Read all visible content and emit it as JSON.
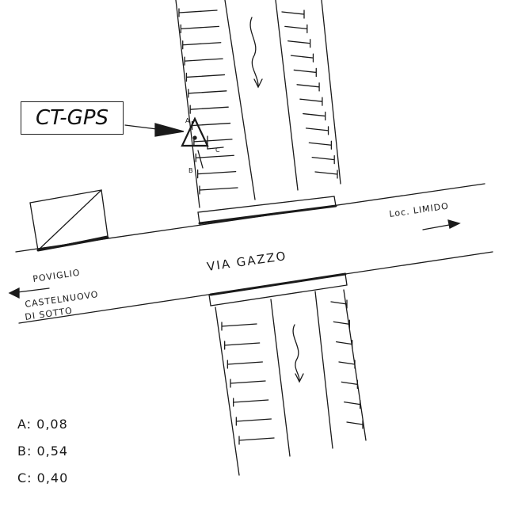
{
  "tag_label": "CT-GPS",
  "road_name": "VIA GAZZO",
  "dest_right": "Loc. LIMIDO",
  "dest_left_1": "POVIGLIO",
  "dest_left_2": "CASTELNUOVO",
  "dest_left_3": "DI SOTTO",
  "point_a": "A",
  "point_b": "B",
  "point_c": "C",
  "legend": [
    {
      "text": "A: 0,08"
    },
    {
      "text": "B: 0,54"
    },
    {
      "text": "C: 0,40"
    }
  ]
}
